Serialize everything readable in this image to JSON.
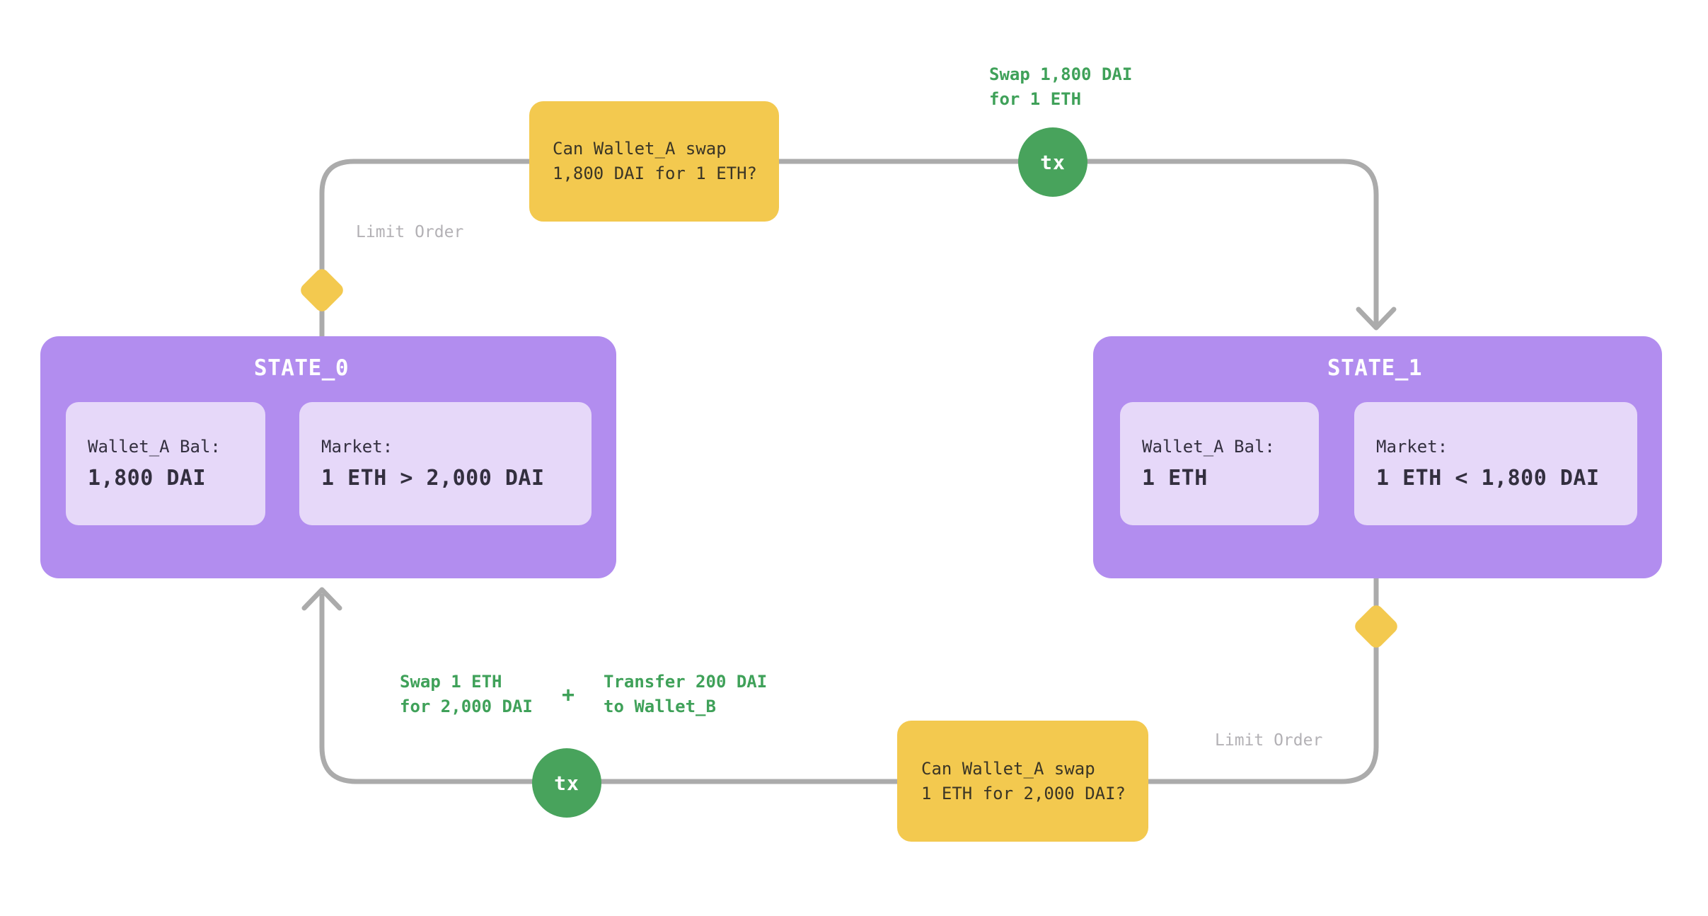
{
  "colors": {
    "background": "#ffffff",
    "state_purple": "#b28def",
    "card_purple": "#e6d8f9",
    "question_yellow": "#f3c94f",
    "tx_green": "#48a35c",
    "green_text": "#3fa159",
    "line_gray": "#ababab",
    "muted_text": "#b3b1b5",
    "dark_text": "#332f3f",
    "yellow_text": "#3a3526"
  },
  "states": {
    "state0": {
      "title": "STATE_0",
      "wallet_card": {
        "label": "Wallet_A Bal:",
        "value": "1,800 DAI"
      },
      "market_card": {
        "label": "Market:",
        "value": "1 ETH > 2,000 DAI"
      }
    },
    "state1": {
      "title": "STATE_1",
      "wallet_card": {
        "label": "Wallet_A Bal:",
        "value": "1 ETH"
      },
      "market_card": {
        "label": "Market:",
        "value": "1 ETH < 1,800 DAI"
      }
    }
  },
  "transitions": {
    "forward": {
      "question": {
        "line1": "Can Wallet_A swap",
        "line2": "1,800 DAI for 1 ETH?"
      },
      "guard": "Limit Order",
      "tx_badge": "tx",
      "action": {
        "line1": "Swap 1,800 DAI",
        "line2": "for 1 ETH"
      }
    },
    "backward": {
      "question": {
        "line1": "Can Wallet_A swap",
        "line2": "1 ETH for 2,000 DAI?"
      },
      "guard": "Limit Order",
      "tx_badge": "tx",
      "swap_action": {
        "line1": "Swap 1 ETH",
        "line2": "for 2,000 DAI"
      },
      "joiner": "+",
      "transfer_action": {
        "line1": "Transfer 200 DAI",
        "line2": "to Wallet_B"
      }
    }
  }
}
